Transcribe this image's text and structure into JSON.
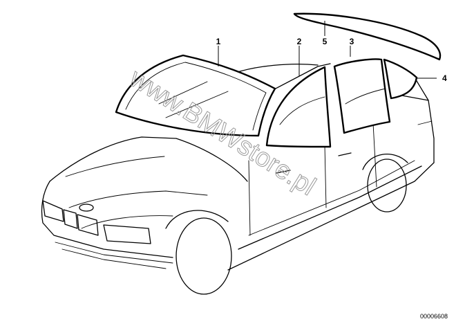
{
  "diagram": {
    "callouts": [
      {
        "id": "1",
        "label": "1"
      },
      {
        "id": "2",
        "label": "2"
      },
      {
        "id": "3",
        "label": "3"
      },
      {
        "id": "4",
        "label": "4"
      },
      {
        "id": "5",
        "label": "5"
      }
    ],
    "image_number": "00006608",
    "watermark": "www.BMWstore.pl"
  }
}
